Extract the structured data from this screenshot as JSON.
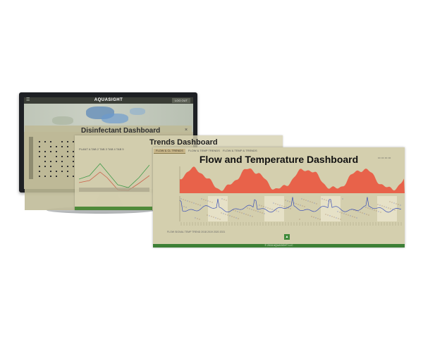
{
  "monitor": {
    "app_title": "AQUASIGHT",
    "menu_icon": "menu-icon",
    "logout_label": "LOG OUT"
  },
  "disinfectant": {
    "title": "Disinfectant Dashboard",
    "close_glyph": "×"
  },
  "trends": {
    "title": "Trends Dashboard",
    "tabs": "PLANT A     TAB 2     TAB 3     TAB 4     TAB 5"
  },
  "flow": {
    "title": "Flow and Temperature Dashboard",
    "tabs": [
      "FLOW & CL TRENDS",
      "FLOW & TEMP TRENDS",
      "FLOW & TEMP & TRENDS"
    ],
    "right_buttons": "▭  ▭  ▭  ▭",
    "legend": "FLOW    SIGNAL    TEMP    TREND    2018    2019    2020    2021",
    "green_button_glyph": "▲",
    "footer": "© 2018 AQUASIGHT LLC",
    "colors": {
      "flow_fill": "#e8624a",
      "temp_line": "#3a4fb8",
      "scatter_points": "#8a5a3a",
      "footer_green": "#3d7f36"
    }
  }
}
